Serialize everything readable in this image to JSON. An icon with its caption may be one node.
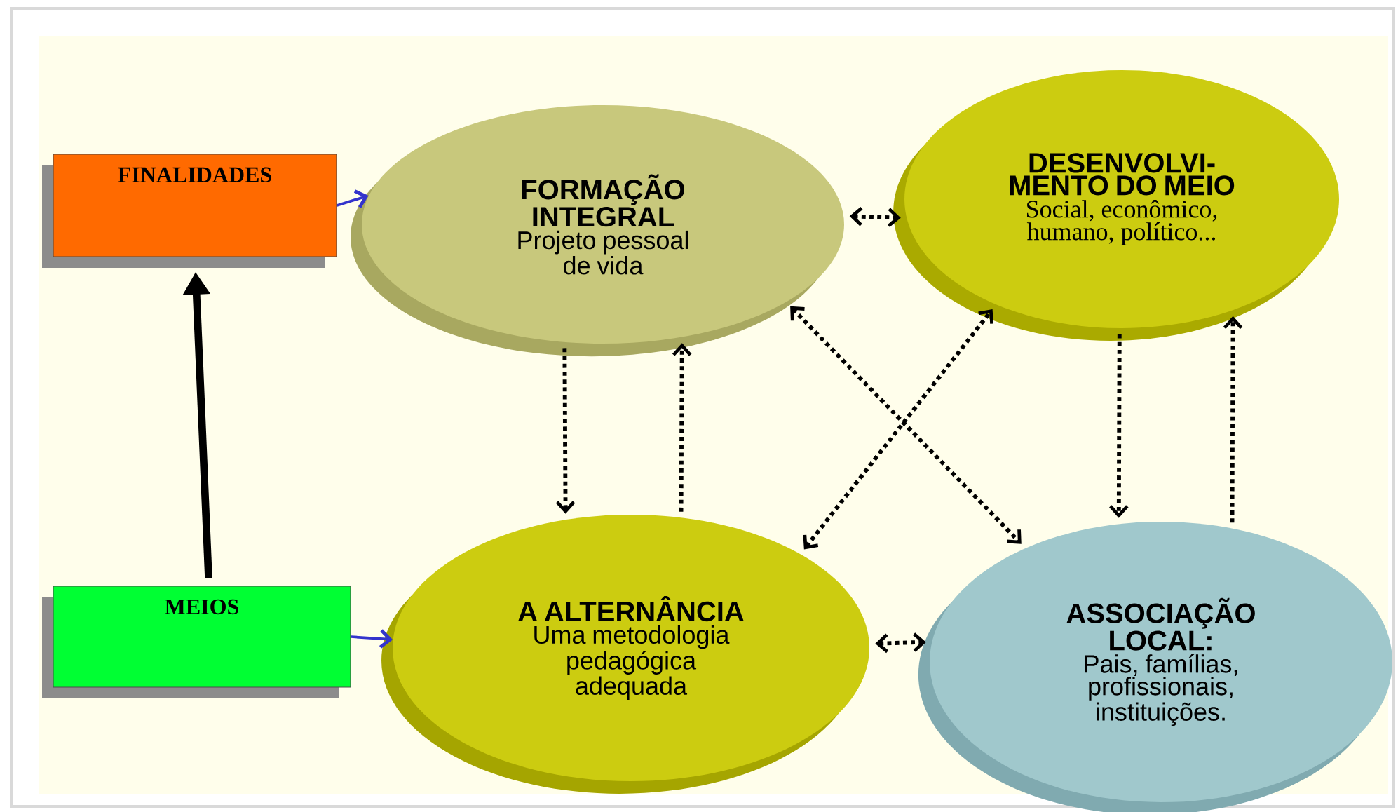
{
  "diagram": {
    "nodes": [
      {
        "text": [
          "FINALIDADES"
        ]
      },
      {
        "text": [
          "FORMAÇÃO INTEGRAL",
          "Projeto pessoal de vida"
        ]
      },
      {
        "text": [
          "DESENVOLVI- MENTO DO MEIO",
          "Social, econômico, humano, político..."
        ]
      },
      {
        "text": [
          "MEIOS"
        ]
      },
      {
        "text": [
          "A ALTERNÂNCIA",
          "Uma metodologia pedagógica adequada"
        ]
      },
      {
        "text": [
          "ASSOCIAÇÃO LOCAL:",
          "Pais, famílias, profissionais, instituições."
        ]
      }
    ],
    "edges": [
      {
        "from": 0,
        "to": 1,
        "arrow": "to",
        "color": "#3333cc"
      },
      {
        "from": 3,
        "to": 4,
        "arrow": "to",
        "color": "#3333cc"
      },
      {
        "from": 3,
        "to": 0,
        "arrow": "to",
        "style": "thick"
      },
      {
        "from": 1,
        "to": 2,
        "arrow": "both",
        "style": "dashed"
      },
      {
        "from": 1,
        "to": 4,
        "arrow": "to",
        "style": "dashed"
      },
      {
        "from": 4,
        "to": 1,
        "arrow": "to",
        "style": "dashed"
      },
      {
        "from": 1,
        "to": 5,
        "arrow": "both",
        "style": "dashed"
      },
      {
        "from": 4,
        "to": 2,
        "arrow": "both",
        "style": "dashed"
      },
      {
        "from": 2,
        "to": 5,
        "arrow": "to",
        "style": "dashed"
      },
      {
        "from": 5,
        "to": 2,
        "arrow": "to",
        "style": "dashed"
      },
      {
        "from": 4,
        "to": 5,
        "arrow": "both",
        "style": "dashed"
      }
    ]
  }
}
